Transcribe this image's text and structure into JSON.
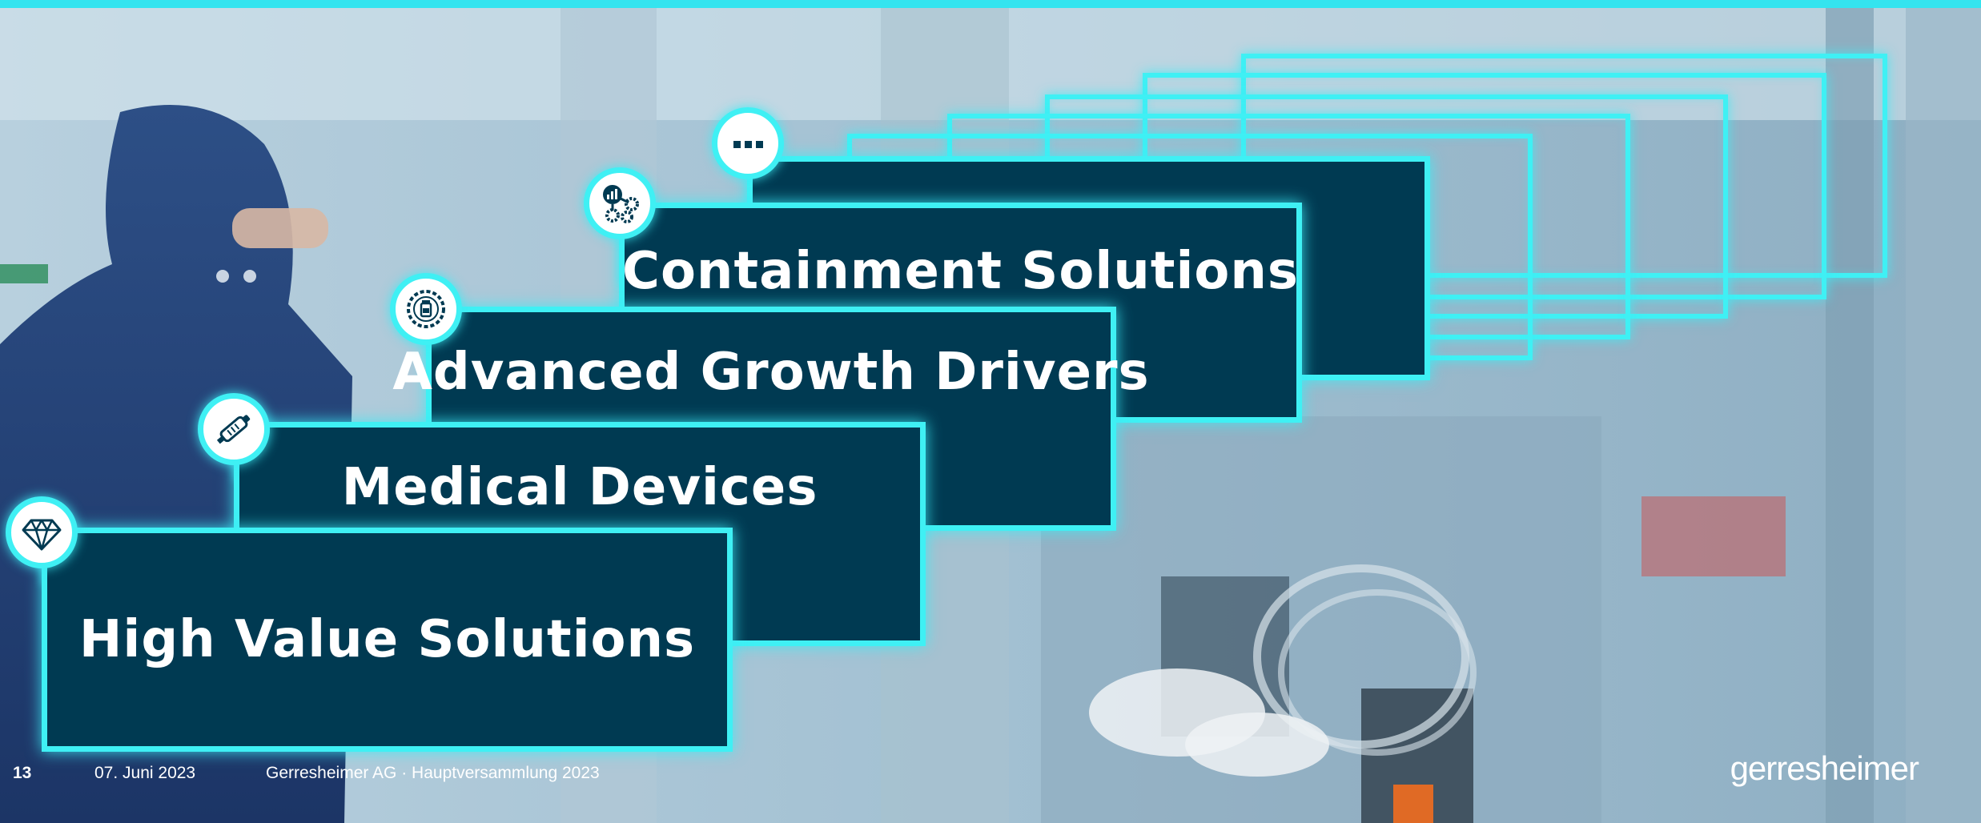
{
  "slide": {
    "cards": [
      {
        "label": "Containment Solutions",
        "icon": "network-gear-icon"
      },
      {
        "label": "Advanced Growth Drivers",
        "icon": "vial-gear-icon"
      },
      {
        "label": "Medical Devices",
        "icon": "autoinjector-icon"
      },
      {
        "label": "High Value Solutions",
        "icon": "diamond-icon"
      }
    ],
    "more_icon": "ellipsis-icon"
  },
  "footer": {
    "page_number": "13",
    "date": "07. Juni 2023",
    "title": "Gerresheimer AG · Hauptversammlung 2023",
    "logo": "gerresheimer"
  },
  "colors": {
    "accent": "#3ff0f4",
    "card": "#003a52",
    "text": "#ffffff"
  }
}
